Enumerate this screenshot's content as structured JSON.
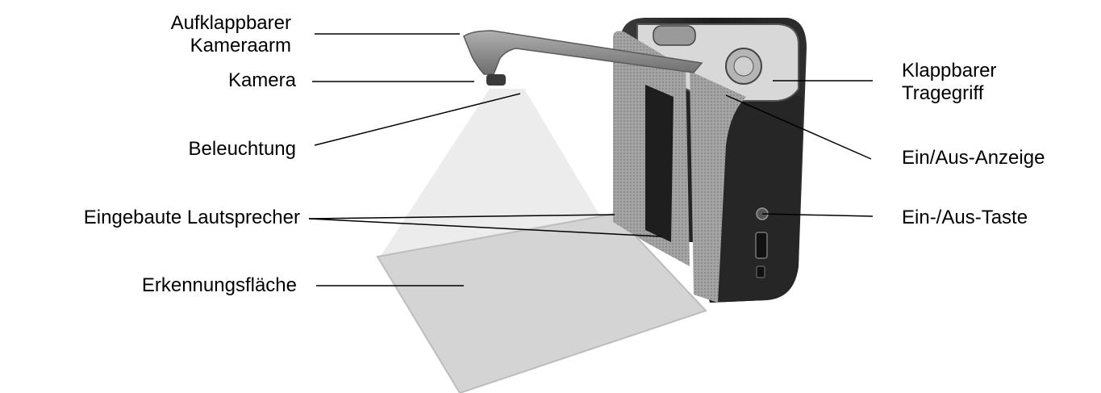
{
  "labels": {
    "camera_arm_line1": "Aufklappbarer",
    "camera_arm_line2": "Kameraarm",
    "camera": "Kamera",
    "lighting": "Beleuchtung",
    "speakers": "Eingebaute Lautsprecher",
    "recognition_area": "Erkennungsfläche",
    "handle_line1": "Klappbarer",
    "handle_line2": "Tragegriff",
    "power_indicator": "Ein/Aus-Anzeige",
    "power_button": "Ein-/Aus-Taste"
  },
  "colors": {
    "text": "#000000",
    "leader_line": "#000000",
    "device_body": "#2b2b2b",
    "speaker_grille": "#a9a9a9",
    "arm": "#8c8c8c",
    "light_cone": "#e6e6e6",
    "surface": "#d2d2d2"
  }
}
